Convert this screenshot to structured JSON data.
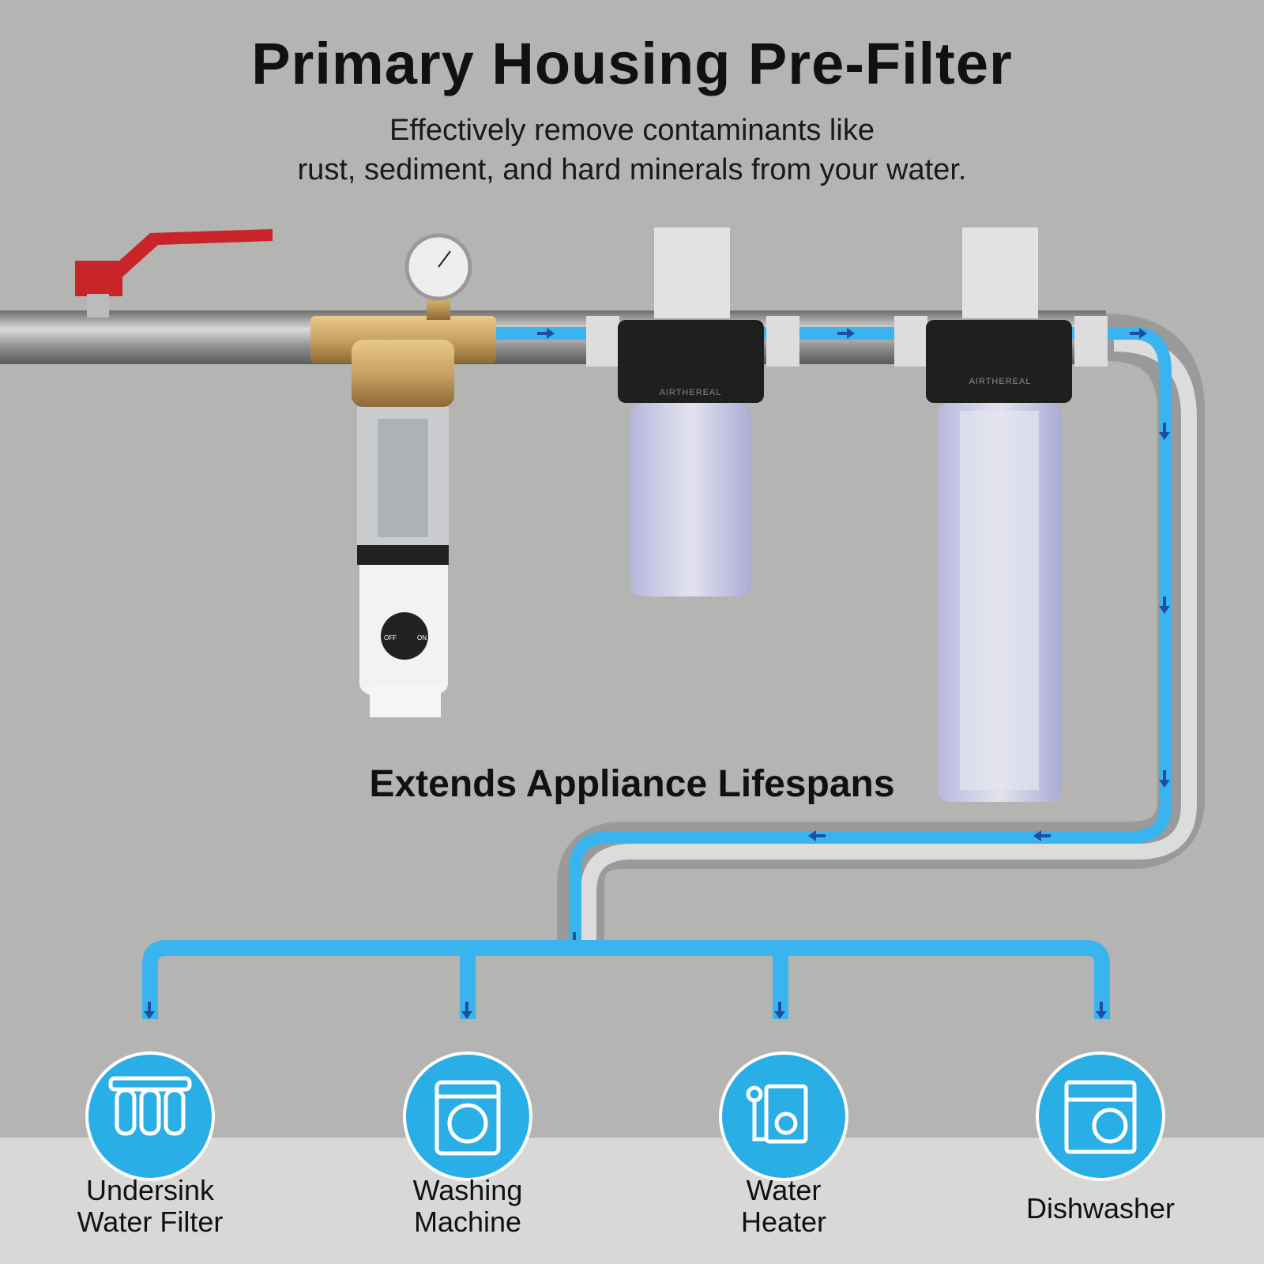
{
  "header": {
    "title": "Primary Housing Pre-Filter",
    "subtitle_line1": "Effectively remove contaminants like",
    "subtitle_line2": "rust, sediment, and hard minerals from your water."
  },
  "middle_heading": "Extends Appliance Lifespans",
  "brand": "AIRTHEREAL",
  "prefilter": {
    "valve_off": "OFF",
    "valve_on": "ON"
  },
  "colors": {
    "water_blue": "#3ab4ee",
    "icon_circle": "#2aaee6",
    "arrow": "#1f4fa0",
    "valve_red": "#c8242a"
  },
  "appliances": [
    {
      "line1": "Undersink",
      "line2": "Water Filter",
      "icon": "undersink-filter-icon"
    },
    {
      "line1": "Washing",
      "line2": "Machine",
      "icon": "washing-machine-icon"
    },
    {
      "line1": "Water",
      "line2": "Heater",
      "icon": "water-heater-icon"
    },
    {
      "line1": "Dishwasher",
      "line2": "",
      "icon": "dishwasher-icon"
    }
  ]
}
